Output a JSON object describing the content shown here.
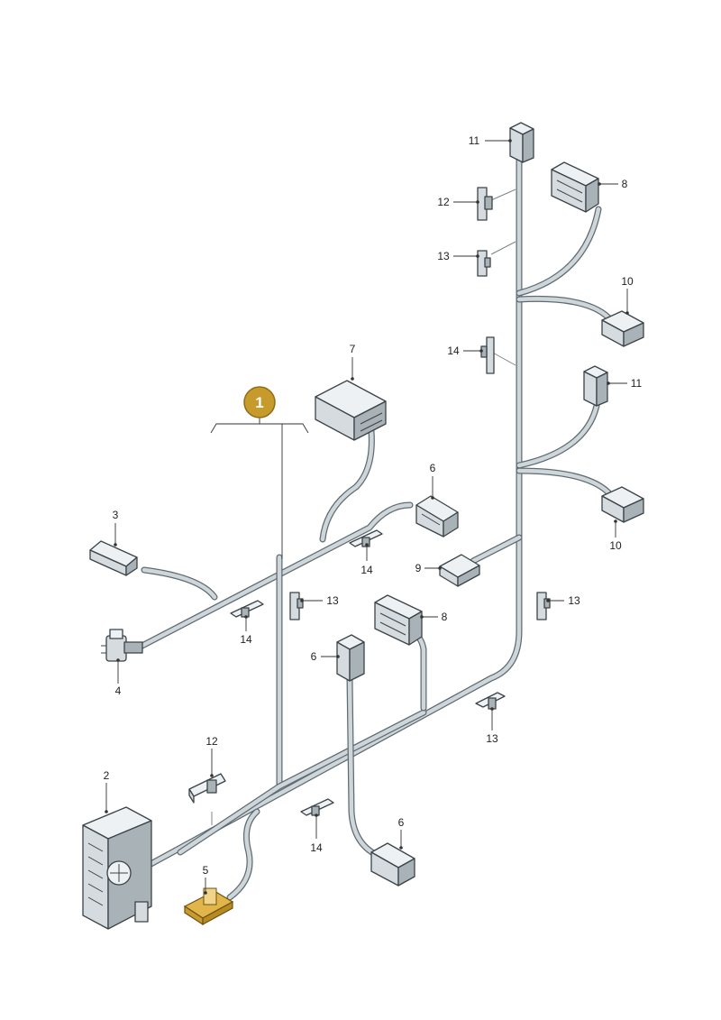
{
  "callouts": {
    "c1": "1",
    "c2": "2",
    "c3": "3",
    "c4": "4",
    "c5": "5",
    "c6a": "6",
    "c6b": "6",
    "c6c": "6",
    "c7": "7",
    "c8a": "8",
    "c8b": "8",
    "c9": "9",
    "c10a": "10",
    "c10b": "10",
    "c11a": "11",
    "c11b": "11",
    "c12a": "12",
    "c12b": "12",
    "c13a": "13",
    "c13b": "13",
    "c13c": "13",
    "c13d": "13",
    "c14a": "14",
    "c14b": "14",
    "c14c": "14",
    "c14d": "14"
  },
  "colors": {
    "badge_fill": "#c79a2c",
    "wire_outline": "#5f6b73",
    "wire_fill": "#cfd6da",
    "part_fill": "#d5dbdf",
    "highlight_part": "#e2b54a"
  }
}
